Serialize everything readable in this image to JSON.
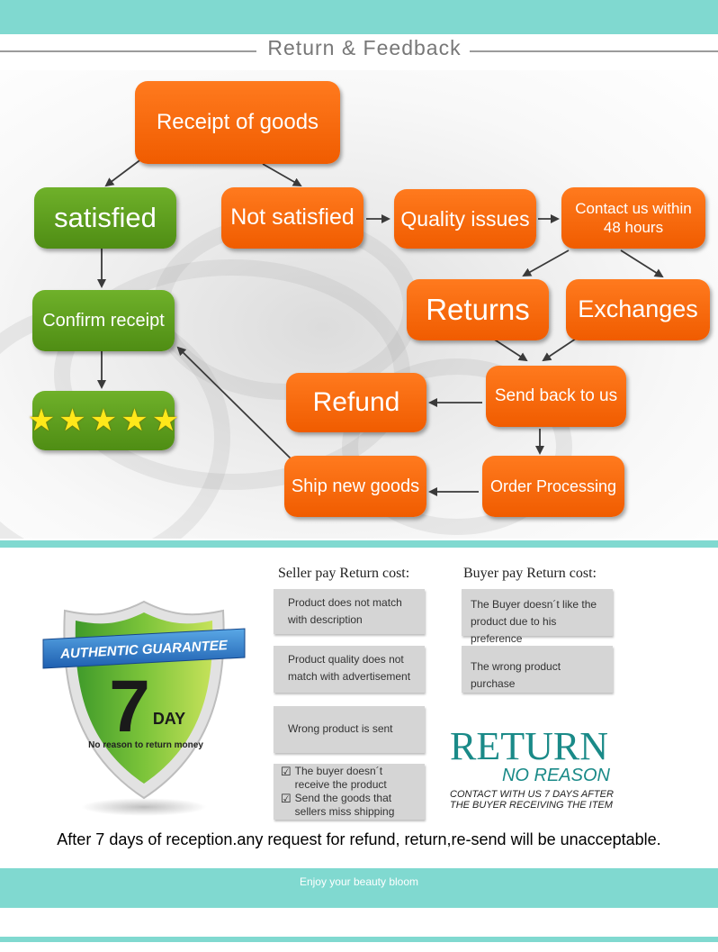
{
  "header": {
    "title": "Return  &  Feedback"
  },
  "flow": {
    "receipt": "Receipt of goods",
    "satisfied": "satisfied",
    "not_satisfied": "Not satisfied",
    "quality_issues": "Quality issues",
    "contact": "Contact us within 48 hours",
    "confirm_receipt": "Confirm receipt",
    "returns": "Returns",
    "exchanges": "Exchanges",
    "send_back": "Send back to us",
    "refund": "Refund",
    "order_processing": "Order Processing",
    "ship_new": "Ship new goods",
    "rating_stars": 5
  },
  "badge": {
    "banner": "AUTHENTIC GUARANTEE",
    "number": "7",
    "unit": "DAY",
    "note": "No reason to return money"
  },
  "seller": {
    "heading": "Seller pay Return cost:",
    "items": [
      "Product does not match with description",
      "Product quality does not match with advertisement",
      "Wrong product is sent"
    ],
    "checks": [
      "The buyer doesn´t receive the product",
      "Send the goods that sellers miss shipping"
    ]
  },
  "buyer": {
    "heading": "Buyer pay Return cost:",
    "items": [
      "The Buyer doesn´t like the product due to his preference",
      "The wrong product purchase"
    ]
  },
  "return_logo": {
    "big": "RETURN",
    "sub": "NO REASON",
    "line1": "CONTACT WITH US 7 DAYS AFTER",
    "line2": "THE BUYER RECEIVING THE ITEM"
  },
  "notice": "After 7 days of reception.any request for refund, return,re-send will be unacceptable.",
  "footer": {
    "tagline": "Enjoy your beauty bloom"
  },
  "colors": {
    "teal": "#80d9d0",
    "orange": "#f96a0c",
    "green": "#5da01f",
    "return_teal": "#1a8a88"
  }
}
